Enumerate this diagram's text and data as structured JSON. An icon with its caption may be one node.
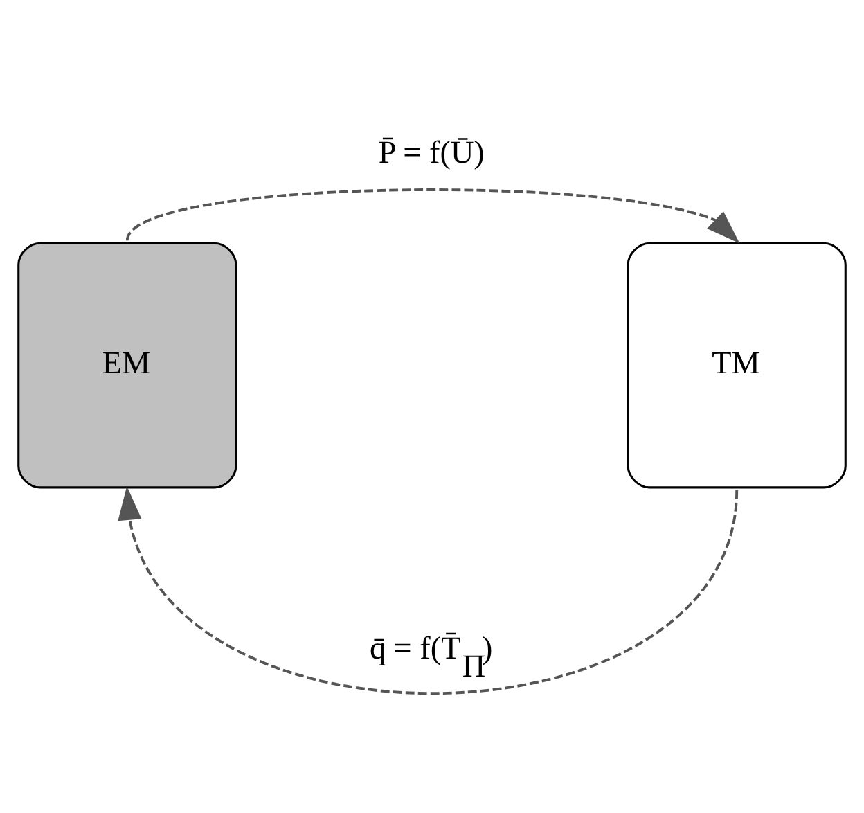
{
  "diagram": {
    "nodes": [
      {
        "text": [
          "EM"
        ]
      },
      {
        "text": [
          "TM"
        ]
      }
    ],
    "edges": [
      {
        "from": 0,
        "to": 1,
        "arrow": "to",
        "label": "P̄ = f(Ū)",
        "style": "dashed"
      },
      {
        "from": 1,
        "to": 0,
        "arrow": "to",
        "label": "q̄ = f(T̄$_{П}$)",
        "style": "dashed"
      }
    ]
  }
}
